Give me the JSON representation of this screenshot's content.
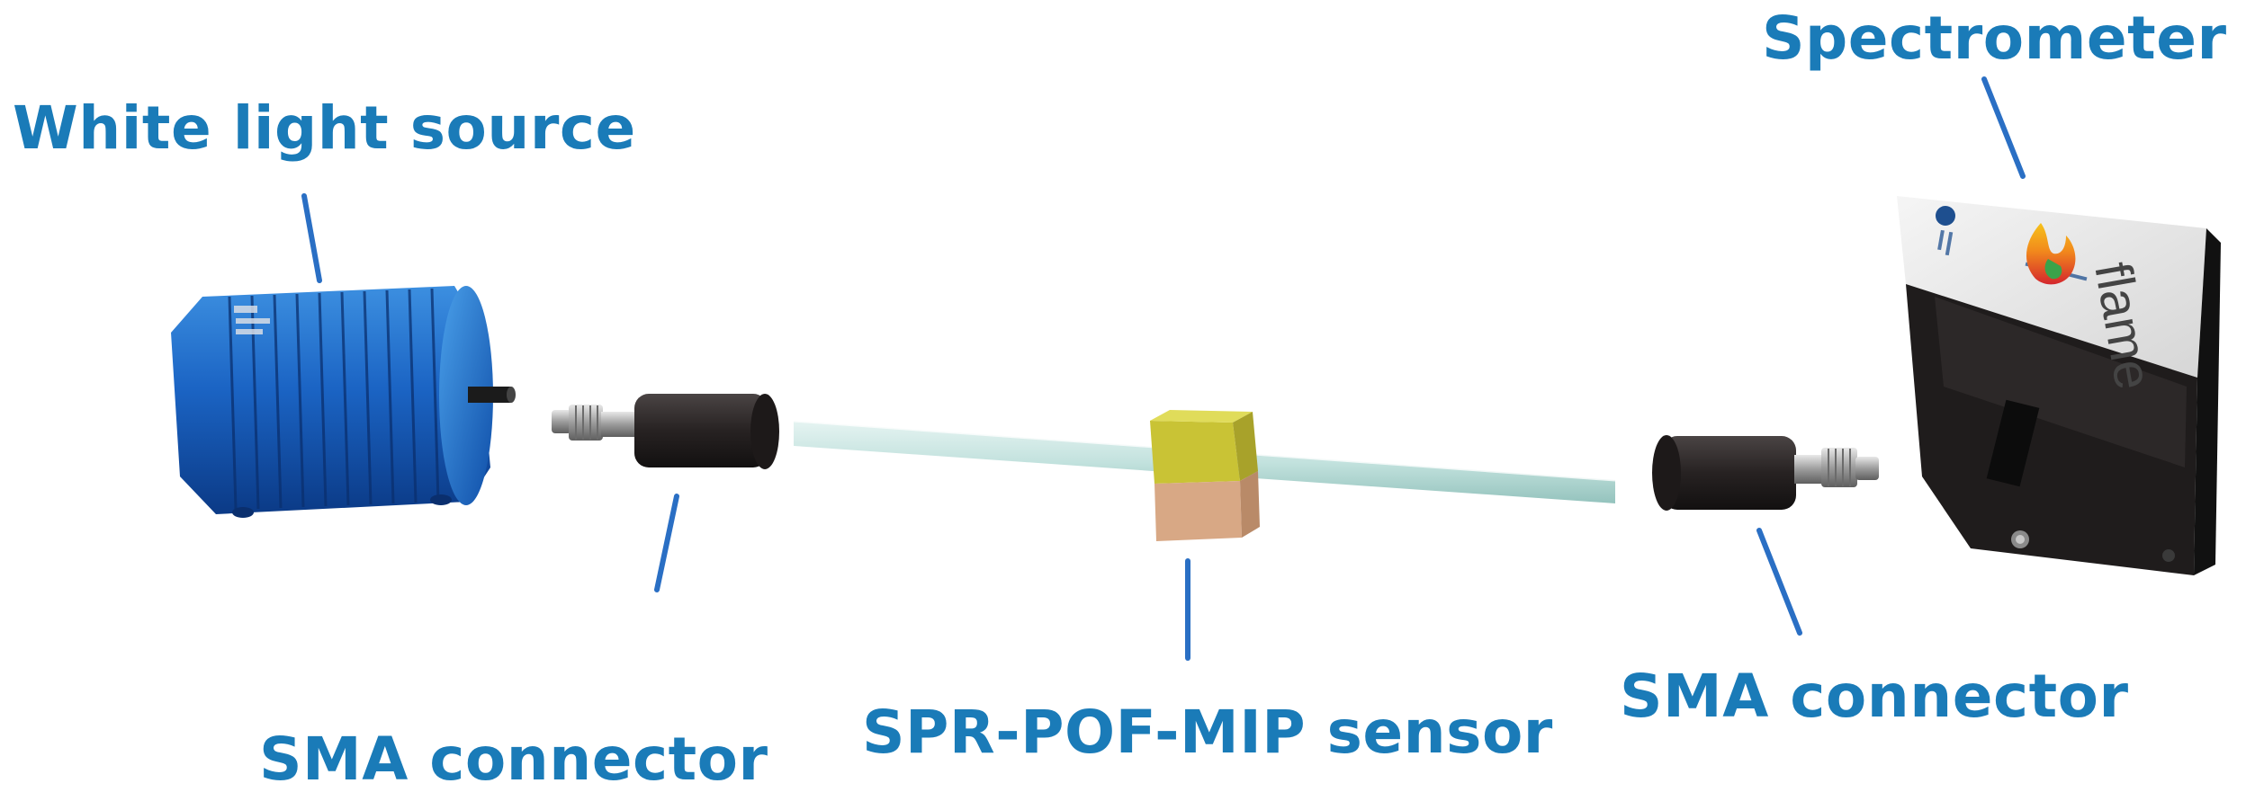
{
  "diagram": {
    "accent_color": "#1a7bb8",
    "labels": {
      "light_source": "White light source",
      "spectrometer": "Spectrometer",
      "sma_connector_left": "SMA connector",
      "sensor": "SPR-POF-MIP sensor",
      "sma_connector_right": "SMA connector"
    },
    "components": {
      "light_source_icon": "white-light-source-device",
      "sma_connector_icon": "sma-fiber-connector",
      "fiber_icon": "plastic-optical-fiber",
      "sensor_icon": "spr-sensor-block",
      "spectrometer_icon": "flame-spectrometer"
    },
    "spectrometer_brand": "flame"
  }
}
